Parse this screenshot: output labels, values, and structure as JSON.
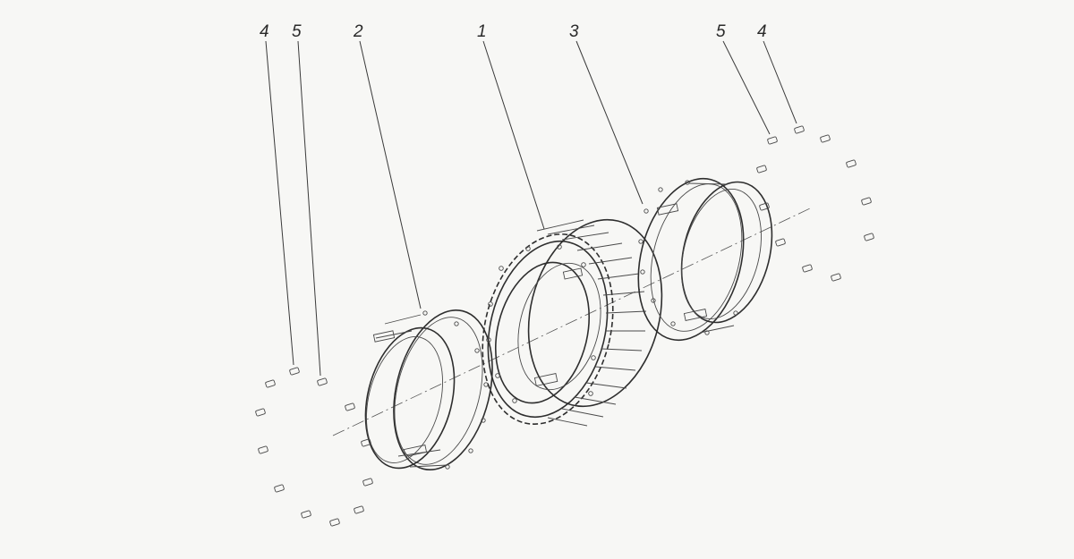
{
  "labels": {
    "l4_left": "4",
    "l5_left": "5",
    "l2": "2",
    "l1": "1",
    "l3": "3",
    "l5_right": "5",
    "l4_right": "4"
  },
  "colors": {
    "line": "#2e2e2e",
    "paper": "#f7f7f5"
  }
}
